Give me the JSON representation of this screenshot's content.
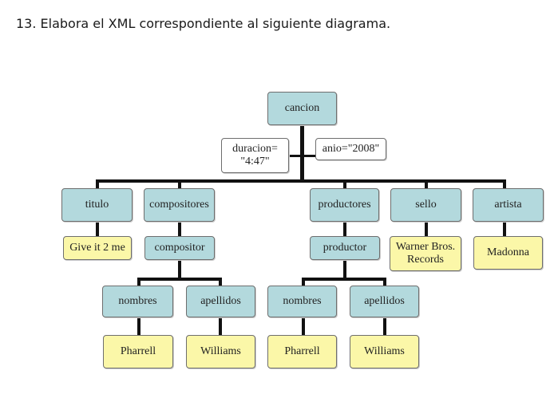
{
  "heading": "13. Elabora el XML correspondiente al siguiente diagrama.",
  "colors": {
    "element": "#b3d9dd",
    "text_value": "#fbf7a8",
    "attribute": "#ffffff",
    "line": "#111111"
  },
  "nodes": {
    "cancion": "cancion",
    "duracion": "duracion=\n\"4:47\"",
    "anio": "anio=\"2008\"",
    "titulo": "titulo",
    "compositores": "compositores",
    "productores": "productores",
    "sello": "sello",
    "artista": "artista",
    "titulo_val": "Give it 2 me",
    "compositor": "compositor",
    "productor": "productor",
    "sello_val": "Warner Bros.\nRecords",
    "artista_val": "Madonna",
    "nombres_1": "nombres",
    "apellidos_1": "apellidos",
    "nombres_2": "nombres",
    "apellidos_2": "apellidos",
    "nombres_1_val": "Pharrell",
    "apellidos_1_val": "Williams",
    "nombres_2_val": "Pharrell",
    "apellidos_2_val": "Williams"
  }
}
